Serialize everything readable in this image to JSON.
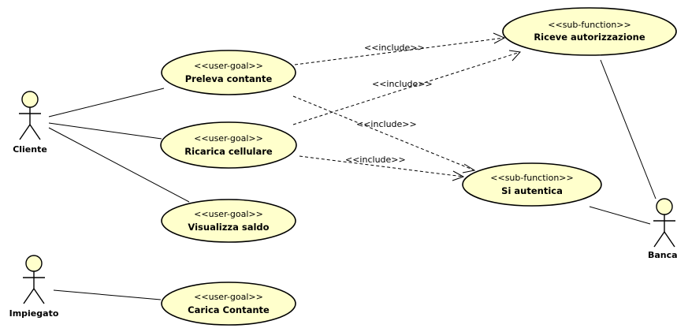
{
  "actors": {
    "cliente": "Cliente",
    "impiegato": "Impiegato",
    "banca": "Banca"
  },
  "use_cases": {
    "preleva": {
      "stereotype": "<<user-goal>>",
      "name": "Preleva contante"
    },
    "ricarica": {
      "stereotype": "<<user-goal>>",
      "name": "Ricarica cellulare"
    },
    "visualizza": {
      "stereotype": "<<user-goal>>",
      "name": "Visualizza saldo"
    },
    "carica": {
      "stereotype": "<<user-goal>>",
      "name": "Carica Contante"
    },
    "autorizzazione": {
      "stereotype": "<<sub-function>>",
      "name": "Riceve autorizzazione"
    },
    "autentica": {
      "stereotype": "<<sub-function>>",
      "name": "Si autentica"
    }
  },
  "include_label": "<<include>>",
  "colors": {
    "use_case_fill": "#ffffcc",
    "stroke": "#000000"
  }
}
